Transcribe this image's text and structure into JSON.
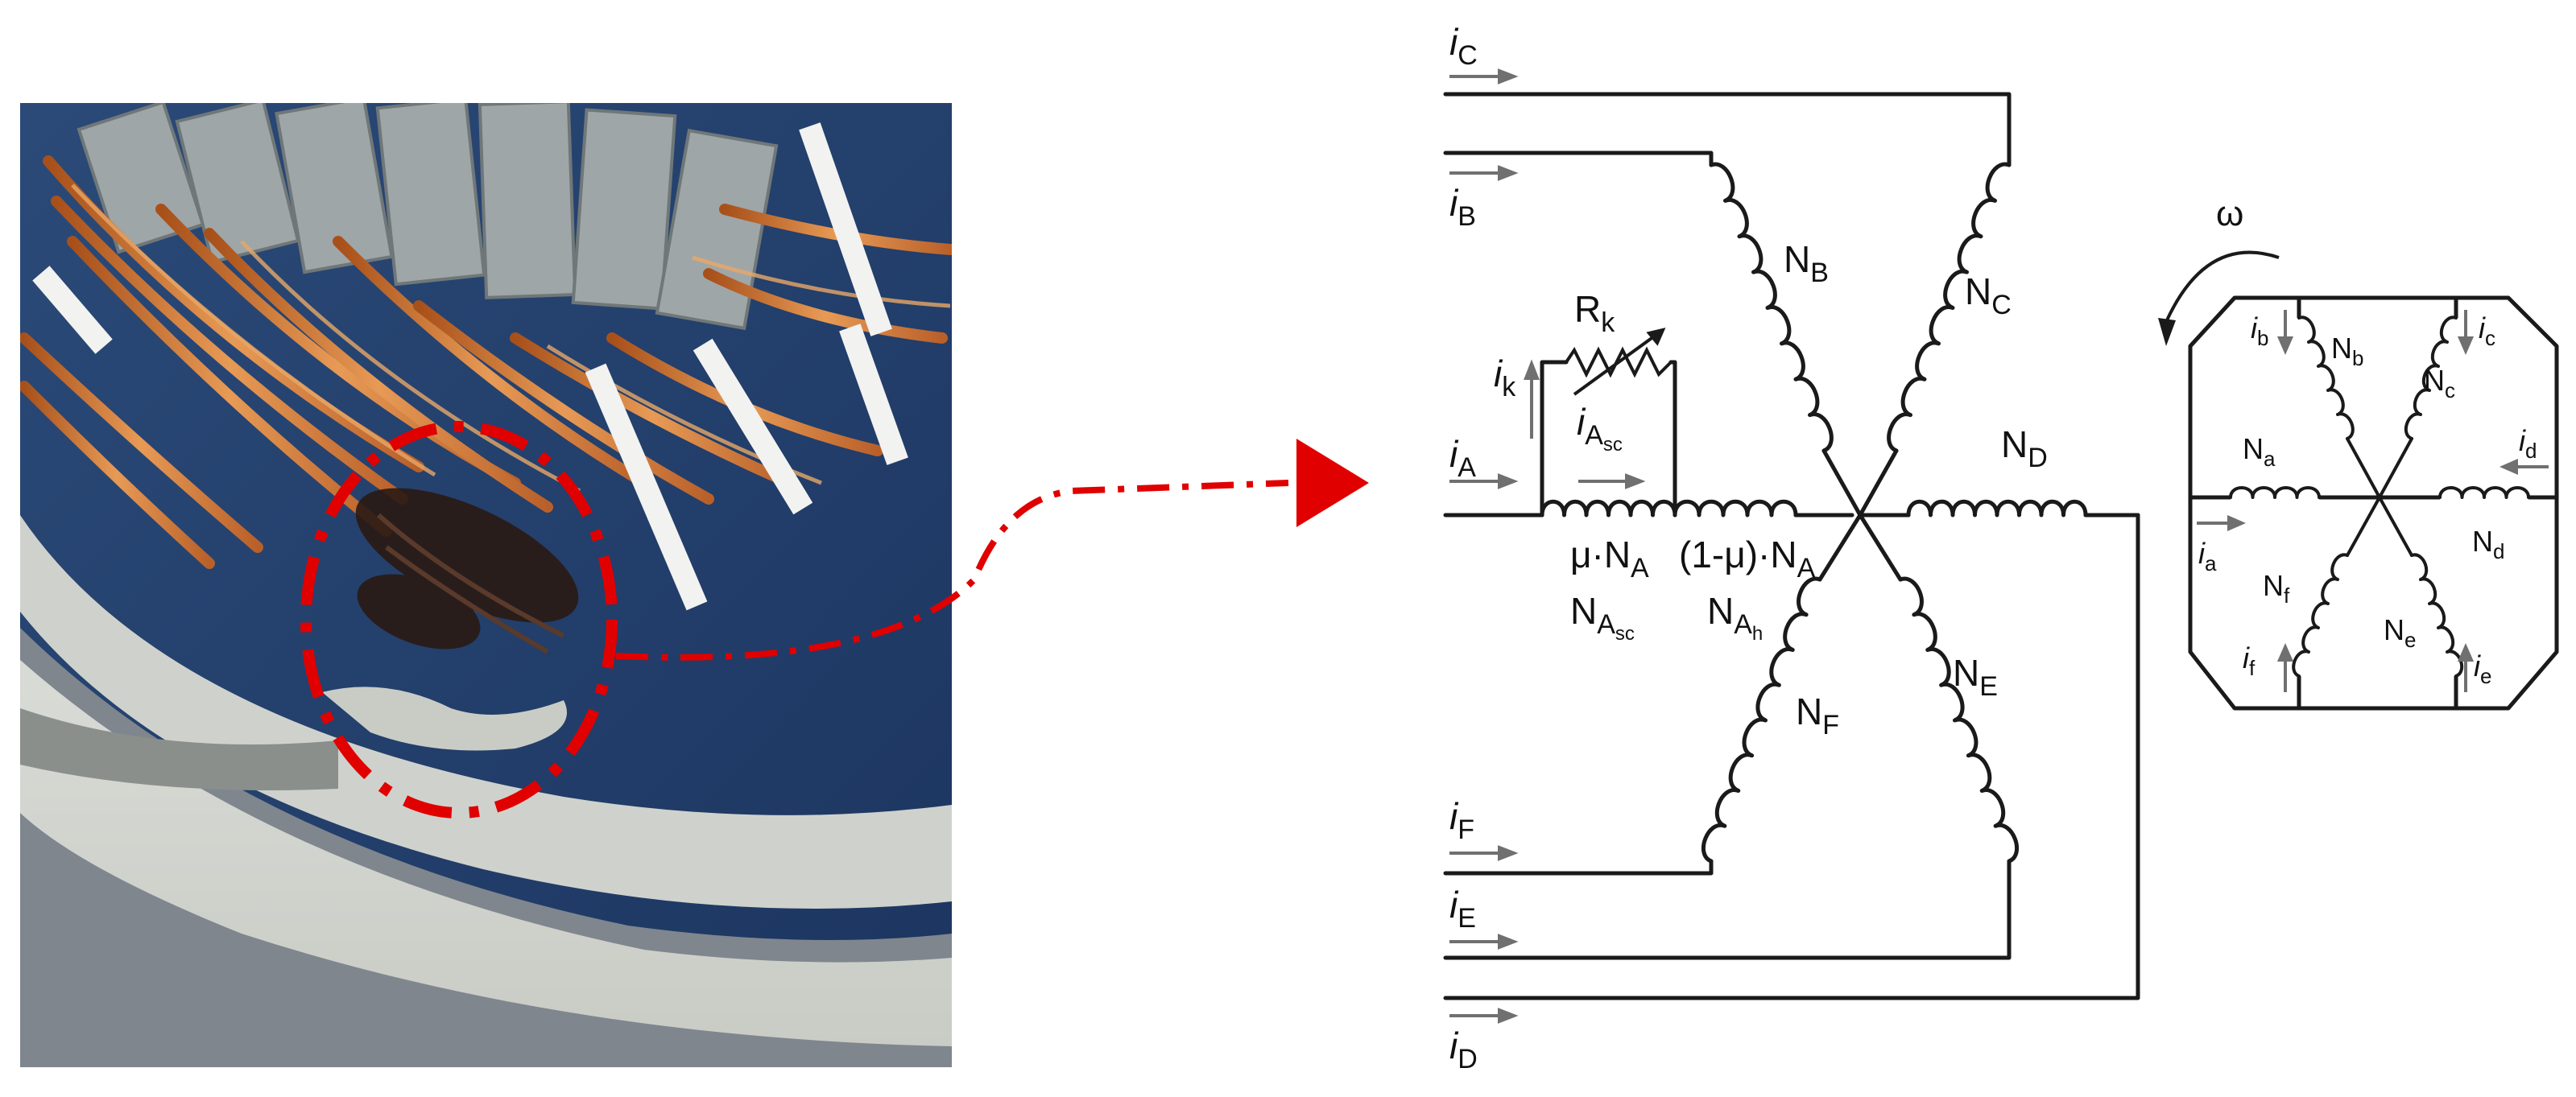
{
  "colors": {
    "accent": "#e00000",
    "wire": "#1a1a1a",
    "copper": "#c8692a",
    "stator": "#a9aeb0"
  },
  "photo": {
    "description_icon": "stator-winding-photo-icon"
  },
  "labels": {
    "iC": "i",
    "iC_sub": "C",
    "iB": "i",
    "iB_sub": "B",
    "iA": "i",
    "iA_sub": "A",
    "ik": "i",
    "ik_sub": "k",
    "iAsc": "i",
    "iAsc_sub": "A",
    "iAsc_subsub": "sc",
    "Rk": "R",
    "Rk_sub": "k",
    "NB": "N",
    "NB_sub": "B",
    "NC": "N",
    "NC_sub": "C",
    "ND": "N",
    "ND_sub": "D",
    "NE": "N",
    "NE_sub": "E",
    "NF": "N",
    "NF_sub": "F",
    "muNA": "μ·N",
    "muNA_sub": "A",
    "oneMinusMuNA": "(1-μ)·N",
    "oneMinusMuNA_sub": "A",
    "NAsc": "N",
    "NAsc_sub": "A",
    "NAsc_subsub": "sc",
    "NAh": "N",
    "NAh_sub": "A",
    "NAh_subsub": "h",
    "iF": "i",
    "iF_sub": "F",
    "iE": "i",
    "iE_sub": "E",
    "iD": "i",
    "iD_sub": "D"
  },
  "rotor": {
    "omega": "ω",
    "Na": "N",
    "Na_sub": "a",
    "Nb": "N",
    "Nb_sub": "b",
    "Nc": "N",
    "Nc_sub": "c",
    "Nd": "N",
    "Nd_sub": "d",
    "Ne": "N",
    "Ne_sub": "e",
    "Nf": "N",
    "Nf_sub": "f",
    "ia": "i",
    "ia_sub": "a",
    "ib": "i",
    "ib_sub": "b",
    "ic": "i",
    "ic_sub": "c",
    "id": "i",
    "id_sub": "d",
    "ie": "i",
    "ie_sub": "e",
    "if": "i",
    "if_sub": "f"
  }
}
